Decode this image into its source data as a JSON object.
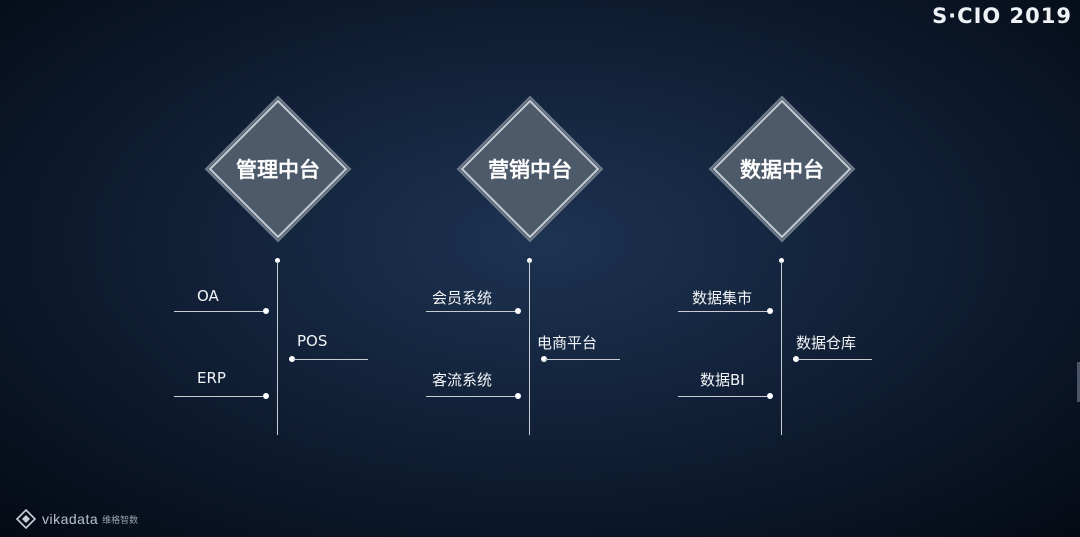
{
  "brand": {
    "text": "S·CIO 2019"
  },
  "pillars": [
    {
      "title": "管理中台",
      "left": [
        "OA",
        "ERP"
      ],
      "right": [
        "POS"
      ]
    },
    {
      "title": "营销中台",
      "left": [
        "会员系统",
        "客流系统"
      ],
      "right": [
        "电商平台"
      ]
    },
    {
      "title": "数据中台",
      "left": [
        "数据集市",
        "数据BI"
      ],
      "right": [
        "数据仓库"
      ]
    }
  ],
  "footer": {
    "logo_name": "vikadata",
    "logo_cn": "维格智数"
  }
}
